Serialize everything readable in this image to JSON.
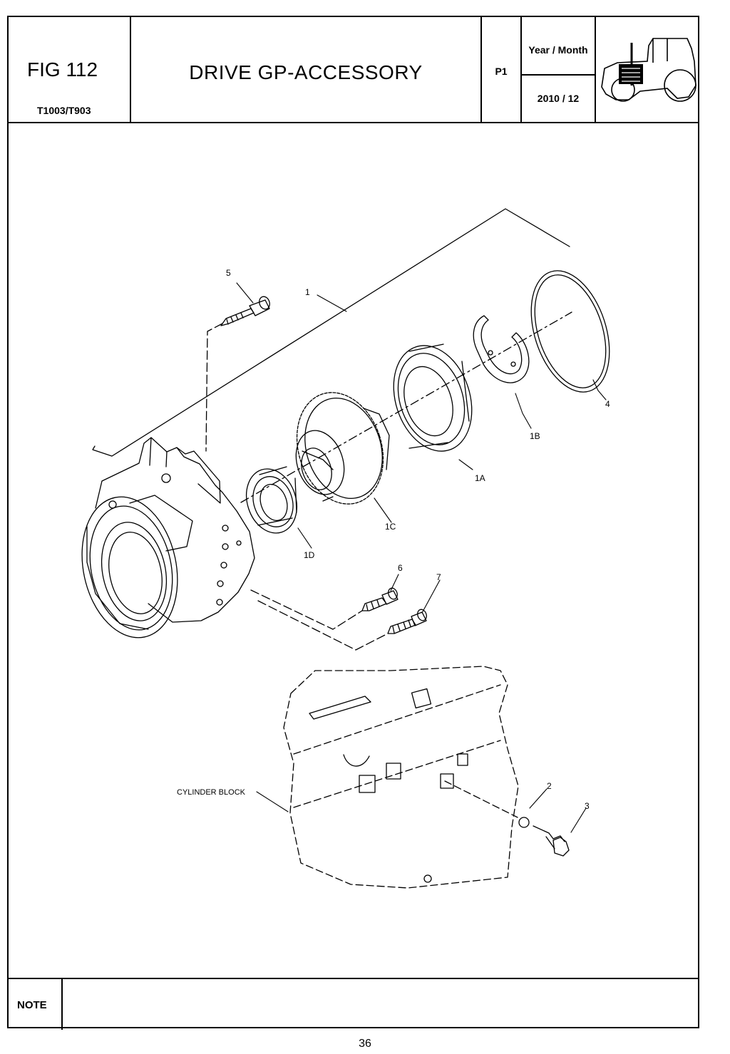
{
  "header": {
    "fig_label": "FIG 112",
    "model": "T1003/T903",
    "title": "DRIVE GP-ACCESSORY",
    "page_code": "P1",
    "year_month_label": "Year / Month",
    "year_month_value": "2010  / 12",
    "icon": "tractor-engine-icon"
  },
  "diagram": {
    "callouts": [
      "5",
      "1",
      "4",
      "1B",
      "1A",
      "1C",
      "1D",
      "6",
      "7",
      "2",
      "3"
    ],
    "cylinder_block_label": "CYLINDER BLOCK"
  },
  "note": {
    "label": "NOTE",
    "value": ""
  },
  "page_number": "36"
}
